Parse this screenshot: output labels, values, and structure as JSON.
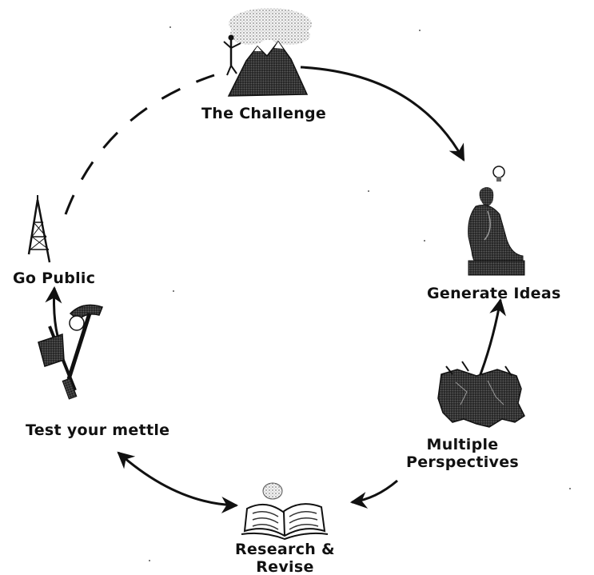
{
  "diagram": {
    "stages": {
      "challenge": {
        "label": "The Challenge",
        "icon": "mountain-climber-icon"
      },
      "generate": {
        "label": "Generate Ideas",
        "icon": "thinker-lightbulb-icon"
      },
      "perspectives": {
        "label_line1": "Multiple",
        "label_line2": "Perspectives",
        "icon": "us-map-icon"
      },
      "research": {
        "label_line1": "Research &",
        "label_line2": "Revise",
        "icon": "open-book-icon"
      },
      "test": {
        "label": "Test your mettle",
        "icon": "tools-icon"
      },
      "public": {
        "label": "Go Public",
        "icon": "broadcast-tower-icon"
      }
    },
    "colors": {
      "ink": "#111111",
      "background": "#ffffff"
    }
  }
}
